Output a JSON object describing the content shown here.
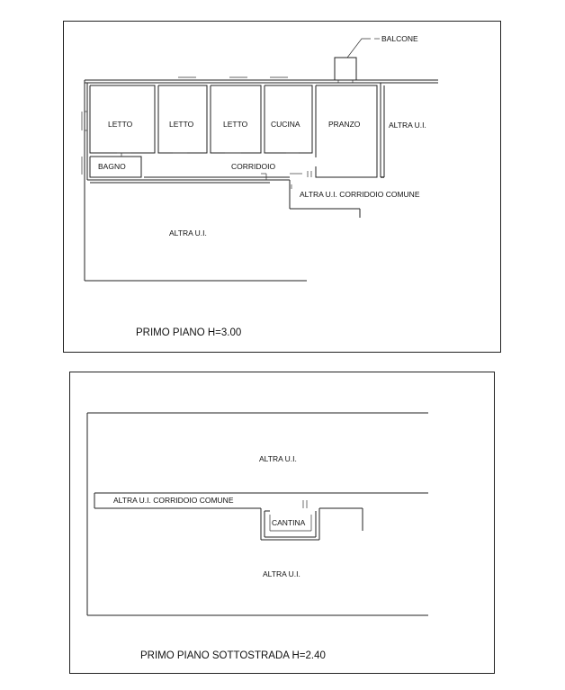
{
  "plan_top": {
    "title": "PRIMO PIANO H=3.00",
    "rooms": {
      "balcone": "BALCONE",
      "letto_1": "LETTO",
      "letto_2": "LETTO",
      "letto_3": "LETTO",
      "cucina": "CUCINA",
      "pranzo": "PRANZO",
      "altra_ui_right": "ALTRA U.I.",
      "bagno": "BAGNO",
      "corridoio": "CORRIDOIO",
      "corridoio_comune": "ALTRA U.I. CORRIDOIO COMUNE",
      "altra_ui_bottom": "ALTRA U.I."
    }
  },
  "plan_bottom": {
    "title": "PRIMO PIANO SOTTOSTRADA H=2.40",
    "rooms": {
      "altra_ui_top": "ALTRA U.I.",
      "corridoio_comune": "ALTRA U.I. CORRIDOIO COMUNE",
      "cantina": "CANTINA",
      "altra_ui_bottom": "ALTRA U.I."
    }
  }
}
